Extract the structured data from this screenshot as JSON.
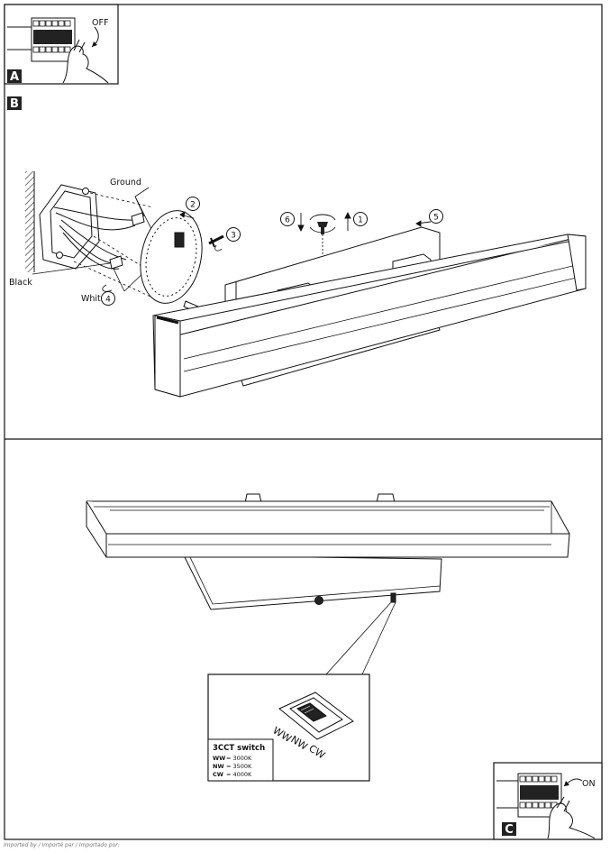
{
  "labels": {
    "off": "OFF",
    "on": "ON",
    "ground": "Ground",
    "black": "Black",
    "white": "White"
  },
  "badges": {
    "a": "A",
    "b": "B",
    "c": "C"
  },
  "steps": [
    "1",
    "2",
    "3",
    "4",
    "5",
    "6"
  ],
  "switch": {
    "title": "3CCT switch",
    "positions": [
      "WW",
      "NW",
      "CW"
    ],
    "legend": [
      {
        "code": "WW",
        "value": "= 3000K"
      },
      {
        "code": "NW",
        "value": "= 3500K"
      },
      {
        "code": "CW",
        "value": "= 4000K"
      }
    ]
  },
  "footer": "Imported by / Importé par / Importado por:",
  "colors": {
    "badge": "#222222",
    "line": "#111111"
  }
}
